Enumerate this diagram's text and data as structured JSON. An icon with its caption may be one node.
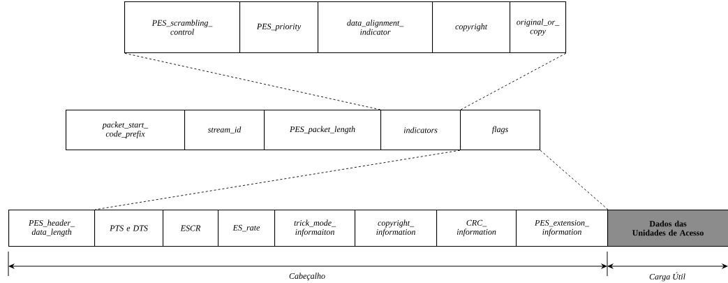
{
  "diagram": {
    "nodes": [
      {
        "text": [
          "PES_scrambling_ control"
        ]
      },
      {
        "text": [
          "PES_priority"
        ]
      },
      {
        "text": [
          "data_alignment_ indicator"
        ]
      },
      {
        "text": [
          "copyright"
        ]
      },
      {
        "text": [
          "original_or_ copy"
        ]
      },
      {
        "text": [
          "packet_start_ code_prefix"
        ]
      },
      {
        "text": [
          "stream_id"
        ]
      },
      {
        "text": [
          "PES_packet_length"
        ]
      },
      {
        "text": [
          "indicators"
        ]
      },
      {
        "text": [
          "flags"
        ]
      },
      {
        "text": [
          "PES_header_ data_length"
        ]
      },
      {
        "text": [
          "PTS e DTS"
        ]
      },
      {
        "text": [
          "ESCR"
        ]
      },
      {
        "text": [
          "ES_rate"
        ]
      },
      {
        "text": [
          "trick_mode_ informaiton"
        ]
      },
      {
        "text": [
          "copyright_ information"
        ]
      },
      {
        "text": [
          "CRC_ information"
        ]
      },
      {
        "text": [
          "PES_extension_ information"
        ]
      },
      {
        "text": [
          "Dados das Unidades de Acesso"
        ]
      }
    ],
    "edges": [
      {
        "from": 8,
        "to": 0,
        "arrow": "none",
        "style": "dashed"
      },
      {
        "from": 8,
        "to": 4,
        "arrow": "none",
        "style": "dashed"
      },
      {
        "from": 9,
        "to": 10,
        "arrow": "none",
        "style": "dashed"
      },
      {
        "from": 9,
        "to": 17,
        "arrow": "none",
        "style": "dashed"
      }
    ],
    "labels": [
      "Cabeçalho",
      "Carga Útil"
    ]
  }
}
